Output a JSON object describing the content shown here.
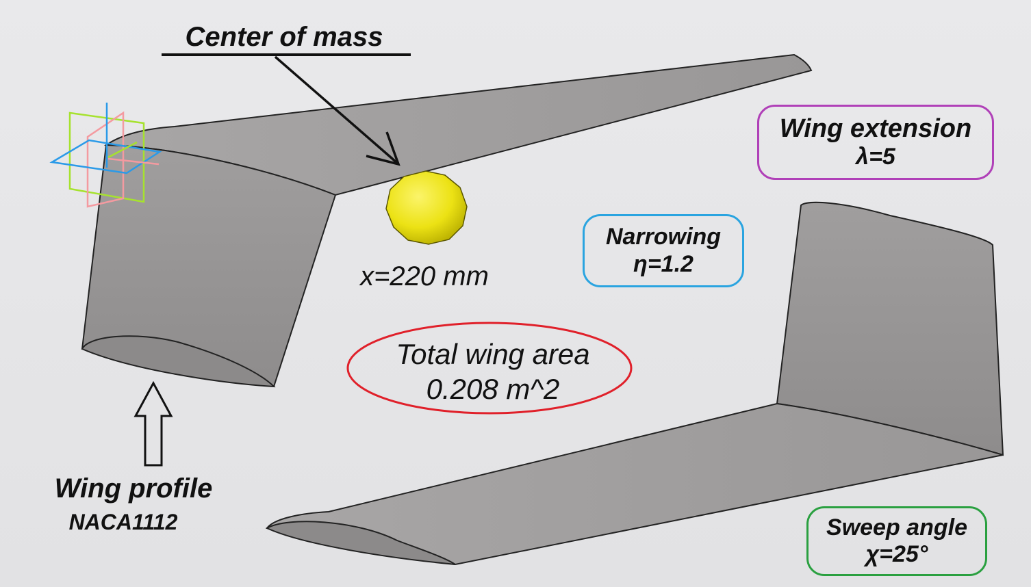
{
  "labels": {
    "center_of_mass": "Center of mass",
    "com_position": "x=220 mm",
    "total_area_title": "Total wing area",
    "total_area_value": "0.208 m^2",
    "wing_profile_title": "Wing profile",
    "wing_profile_value": "NACA1112",
    "narrowing_title": "Narrowing",
    "narrowing_value": "η=1.2",
    "extension_title": "Wing extension",
    "extension_value": "λ=5",
    "sweep_title": "Sweep angle",
    "sweep_value": "χ=25°"
  },
  "colors": {
    "wing": "#a4a2a2",
    "center_of_mass": "#f0ea10",
    "total_area_ellipse": "#e0202a",
    "narrowing_box": "#2aa4e0",
    "extension_box": "#b040b8",
    "sweep_box": "#2aa040"
  }
}
